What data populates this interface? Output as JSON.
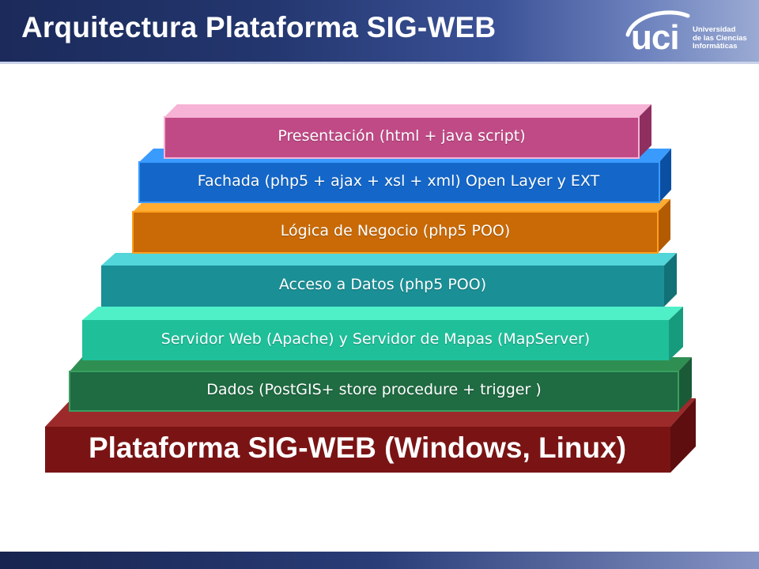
{
  "slide": {
    "title": "Arquitectura Plataforma SIG-WEB"
  },
  "logo": {
    "word": "uci",
    "lines": [
      "Universidad",
      "de las Ciencias",
      "Informáticas"
    ]
  },
  "layers": [
    {
      "label": "Presentación (html + java script)",
      "front_color": "#c04a86",
      "top_color": "#f6b3d6",
      "side_color": "#8e2f60"
    },
    {
      "label": "Fachada (php5 + ajax + xsl + xml) Open Layer y EXT",
      "front_color": "#1467c9",
      "top_color": "#3a9bff",
      "side_color": "#0b4fa3"
    },
    {
      "label": "Lógica de Negocio (php5 POO)",
      "front_color": "#c96a07",
      "top_color": "#ffac33",
      "side_color": "#b35b00"
    },
    {
      "label": "Acceso a Datos (php5 POO)",
      "front_color": "#1a8f96",
      "top_color": "#52d6d9",
      "side_color": "#127177"
    },
    {
      "label": "Servidor Web (Apache)  y Servidor de Mapas (MapServer)",
      "front_color": "#1fbf9a",
      "top_color": "#4ff0c8",
      "side_color": "#169b7c"
    },
    {
      "label": "Dados (PostGIS+ store procedure + trigger )",
      "front_color": "#1f6b42",
      "top_color": "#2f8f52",
      "side_color": "#1a5a36"
    }
  ],
  "platform": {
    "label": "Plataforma SIG-WEB (Windows, Linux)",
    "front_color": "#7a1414",
    "top_color": "#9c2a2a",
    "side_color": "#5e0e0e"
  }
}
